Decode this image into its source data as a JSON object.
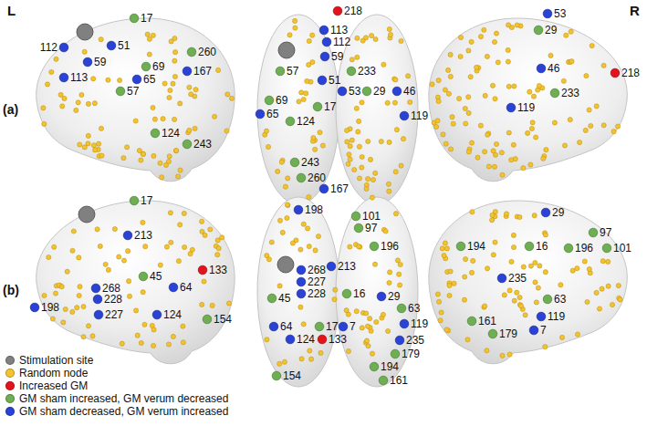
{
  "diagram": {
    "labels": [
      "L",
      "R",
      "(a)",
      "(b)",
      "17",
      "112",
      "51",
      "59",
      "260",
      "167",
      "69",
      "65",
      "113",
      "57",
      "124",
      "243",
      "218",
      "113",
      "112",
      "59",
      "57",
      "233",
      "51",
      "53",
      "29",
      "46",
      "69",
      "17",
      "65",
      "119",
      "124",
      "243",
      "260",
      "167",
      "53",
      "29",
      "46",
      "218",
      "233",
      "119",
      "213",
      "17",
      "133",
      "45",
      "64",
      "268",
      "228",
      "198",
      "227",
      "124",
      "154",
      "198",
      "101",
      "97",
      "196",
      "268",
      "213",
      "227",
      "228",
      "45",
      "16",
      "29",
      "63",
      "64",
      "17",
      "7",
      "119",
      "124",
      "133",
      "235",
      "179",
      "194",
      "161",
      "154",
      "29",
      "97",
      "194",
      "16",
      "196",
      "101",
      "235",
      "63",
      "161",
      "119",
      "179",
      "7"
    ],
    "legend": [
      {
        "text": "Stimulation site",
        "color": "#808080"
      },
      {
        "text": "Random node",
        "color": "#f2c230"
      },
      {
        "text": "Increased GM",
        "color": "#e3131b"
      },
      {
        "text": "GM sham increased, GM verum decreased",
        "color": "#6fae52"
      },
      {
        "text": "GM sham decreased, GM verum increased",
        "color": "#2a43d6"
      }
    ]
  }
}
